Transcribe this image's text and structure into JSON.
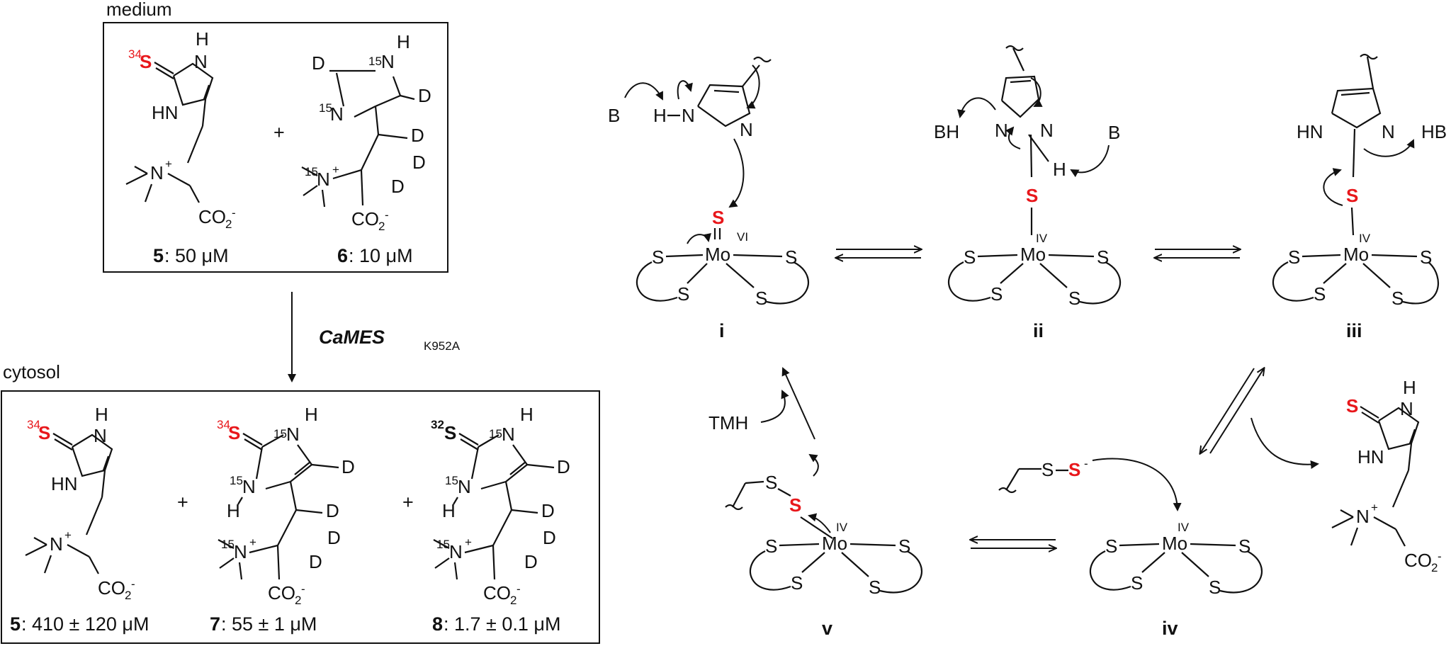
{
  "sections": {
    "medium": "medium",
    "cytosol": "cytosol"
  },
  "enzyme": {
    "name": "CaMES",
    "subscript": "K952A"
  },
  "atoms": {
    "s": "S",
    "n": "N",
    "h": "H",
    "hn": "HN",
    "d": "D",
    "mo": "Mo",
    "bh": "BH",
    "b": "B",
    "hb": "HB",
    "tmh": "TMH",
    "co2": "CO",
    "sub2": "2",
    "minus": "-",
    "plus": "+",
    "iso34": "34",
    "iso32": "32",
    "iso15": "15",
    "ox_vi": "VI",
    "ox_iv": "IV"
  },
  "compounds": {
    "c5_medium": {
      "num": "5",
      "conc": ": 50 μM"
    },
    "c6_medium": {
      "num": "6",
      "conc": ": 10 μM"
    },
    "c5_cytosol": {
      "num": "5",
      "conc": ": 410 ± 120 μM"
    },
    "c7_cytosol": {
      "num": "7",
      "conc": ": 55 ± 1 μM"
    },
    "c8_cytosol": {
      "num": "8",
      "conc": ": 1.7 ± 0.1 μM"
    }
  },
  "plus_sign": "+",
  "intermediates": [
    "i",
    "ii",
    "iii",
    "iv",
    "v"
  ],
  "colors": {
    "sulfur_highlight": "#e8171b",
    "ink": "#111111"
  }
}
